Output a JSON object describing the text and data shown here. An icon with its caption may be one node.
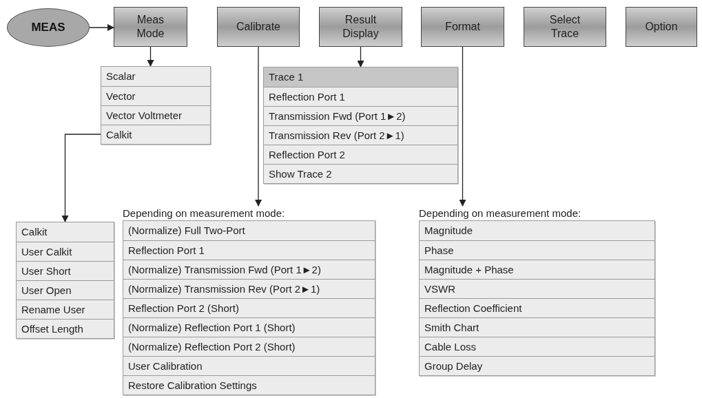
{
  "diagram": {
    "nodes": [
      {
        "text": [
          "MEAS"
        ]
      },
      {
        "text": [
          "Meas Mode"
        ]
      },
      {
        "text": [
          "Calibrate"
        ]
      },
      {
        "text": [
          "Result Display"
        ]
      },
      {
        "text": [
          "Format"
        ]
      },
      {
        "text": [
          "Select Trace"
        ]
      },
      {
        "text": [
          "Option"
        ]
      },
      {
        "text": [],
        "shape": "box"
      },
      {
        "text": [
          "Scalar"
        ],
        "in": 7
      },
      {
        "text": [
          "Vector"
        ],
        "in": 7
      },
      {
        "text": [
          "Vector Voltmeter"
        ],
        "in": 7
      },
      {
        "text": [
          "Calkit"
        ],
        "in": 7
      },
      {
        "text": [],
        "shape": "box"
      },
      {
        "text": [
          "Trace 1"
        ],
        "in": 12
      },
      {
        "text": [
          "Reflection Port 1"
        ],
        "in": 12
      },
      {
        "text": [
          "Transmission Fwd (Port 1►2)"
        ],
        "in": 12
      },
      {
        "text": [
          "Transmission Rev (Port 2►1)"
        ],
        "in": 12
      },
      {
        "text": [
          "Reflection Port 2"
        ],
        "in": 12
      },
      {
        "text": [
          "Show Trace 2"
        ],
        "in": 12
      },
      {
        "text": [],
        "shape": "box"
      },
      {
        "text": [
          "Calkit"
        ],
        "in": 19
      },
      {
        "text": [
          "User Calkit"
        ],
        "in": 19
      },
      {
        "text": [
          "User Short"
        ],
        "in": 19
      },
      {
        "text": [
          "User Open"
        ],
        "in": 19
      },
      {
        "text": [
          "Rename User"
        ],
        "in": 19
      },
      {
        "text": [
          "Offset Length"
        ],
        "in": 19
      },
      {
        "text": [
          "Depending on measurement mode:"
        ]
      },
      {
        "text": [
          "(Normalize) Full Two-Port"
        ],
        "in": 26
      },
      {
        "text": [
          "Reflection Port 1"
        ],
        "in": 26
      },
      {
        "text": [
          "(Normalize) Transmission Fwd (Port 1►2)"
        ],
        "in": 26
      },
      {
        "text": [
          "(Normalize) Transmission Rev (Port 2►1)"
        ],
        "in": 26
      },
      {
        "text": [
          "Reflection Port 2 (Short)"
        ],
        "in": 26
      },
      {
        "text": [
          "(Normalize) Reflection Port 1 (Short)"
        ],
        "in": 26
      },
      {
        "text": [
          "(Normalize) Reflection Port 2 (Short)"
        ],
        "in": 26
      },
      {
        "text": [
          "User Calibration"
        ],
        "in": 26
      },
      {
        "text": [
          "Restore Calibration Settings"
        ],
        "in": 26
      },
      {
        "text": [
          "Depending on measurement mode:"
        ]
      },
      {
        "text": [
          "Magnitude"
        ],
        "in": 36
      },
      {
        "text": [
          "Phase"
        ],
        "in": 36
      },
      {
        "text": [
          "Magnitude + Phase"
        ],
        "in": 36
      },
      {
        "text": [
          "VSWR"
        ],
        "in": 36
      },
      {
        "text": [
          "Reflection Coefficient"
        ],
        "in": 36
      },
      {
        "text": [
          "Smith Chart"
        ],
        "in": 36
      },
      {
        "text": [
          "Cable Loss"
        ],
        "in": 36
      },
      {
        "text": [
          "Group Delay"
        ],
        "in": 36
      }
    ],
    "edges": [
      {
        "from": 0,
        "to": 1,
        "arrow": "to"
      },
      {
        "from": 1,
        "to": 7,
        "arrow": "to"
      },
      {
        "from": 11,
        "to": 19,
        "arrow": "to"
      },
      {
        "from": 2,
        "to": 26,
        "arrow": "to"
      },
      {
        "from": 3,
        "to": 12,
        "arrow": "to"
      },
      {
        "from": 4,
        "to": 36,
        "arrow": "to"
      }
    ]
  }
}
